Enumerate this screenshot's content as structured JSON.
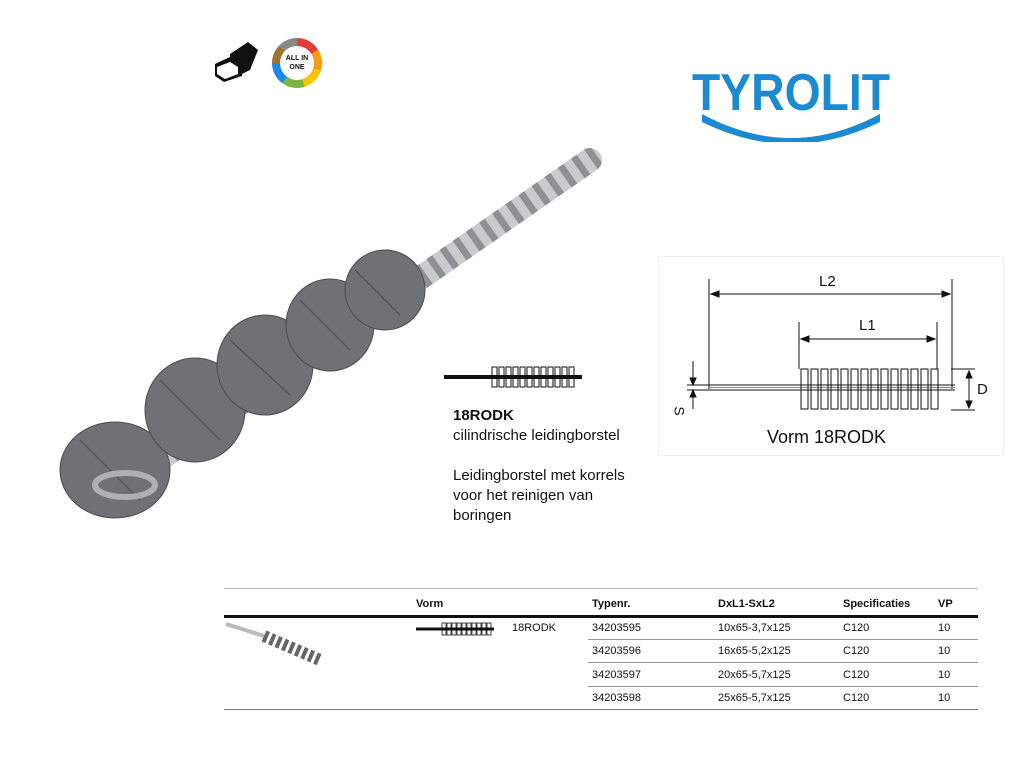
{
  "icons": {
    "gloves": "gloves-icon",
    "all_in_one": "ALL IN ONE"
  },
  "brand": {
    "name": "TYROLIT",
    "color": "#1c8ad0"
  },
  "product": {
    "code": "18RODK",
    "subtitle": "cilindrische leidingborstel",
    "description_lines": [
      "Leidingborstel met korrels",
      "voor het reinigen van",
      "boringen"
    ]
  },
  "drawing": {
    "l2": "L2",
    "l1": "L1",
    "d": "D",
    "s": "S",
    "caption": "Vorm 18RODK"
  },
  "table": {
    "headers": {
      "vorm": "Vorm",
      "typenr": "Typenr.",
      "dims": "DxL1-SxL2",
      "spec": "Specificaties",
      "vp": "VP"
    },
    "vorm_label": "18RODK",
    "rows": [
      {
        "typenr": "34203595",
        "dims": "10x65-3,7x125",
        "spec": "C120",
        "vp": "10"
      },
      {
        "typenr": "34203596",
        "dims": "16x65-5,2x125",
        "spec": "C120",
        "vp": "10"
      },
      {
        "typenr": "34203597",
        "dims": "20x65-5,7x125",
        "spec": "C120",
        "vp": "10"
      },
      {
        "typenr": "34203598",
        "dims": "25x65-5,7x125",
        "spec": "C120",
        "vp": "10"
      }
    ]
  }
}
